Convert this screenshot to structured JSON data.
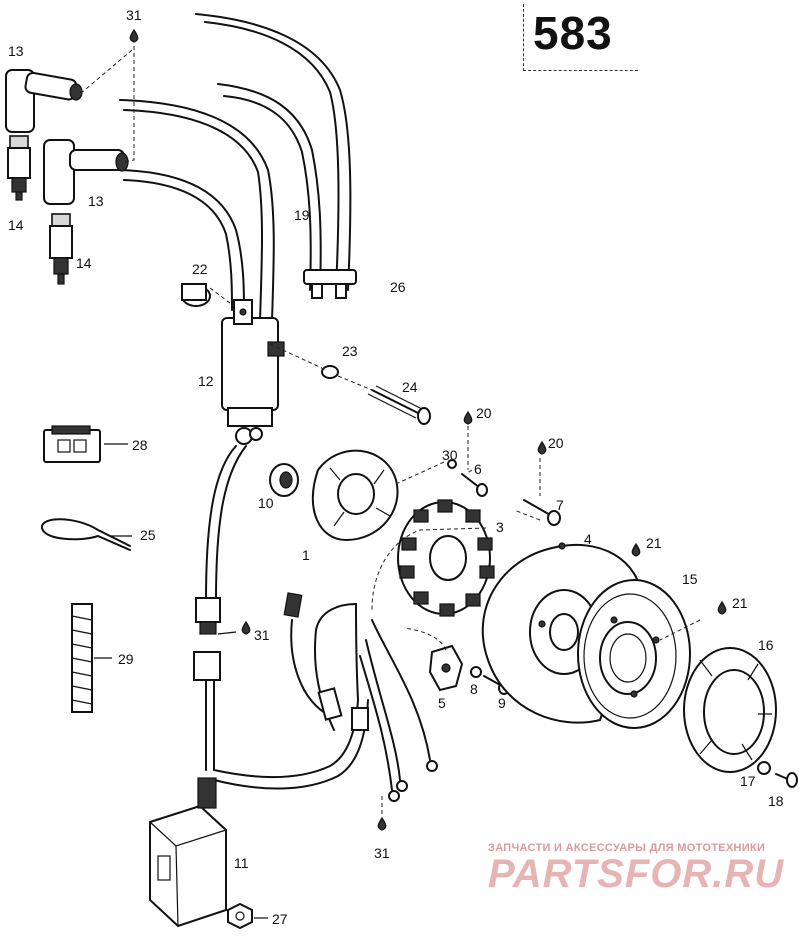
{
  "page_number": "583",
  "watermark": {
    "line1": "ЗАПЧАСТИ И АКСЕССУАРЫ ДЛЯ МОТОТЕХНИКИ",
    "logo": "PARTSFOR.RU"
  },
  "callouts": {
    "c31a": "31",
    "c13a": "13",
    "c13b": "13",
    "c14a": "14",
    "c14b": "14",
    "c19": "19",
    "c26": "26",
    "c22": "22",
    "c23": "23",
    "c24": "24",
    "c12": "12",
    "c28": "28",
    "c25": "25",
    "c29": "29",
    "c31b": "31",
    "c20a": "20",
    "c20b": "20",
    "c30": "30",
    "c6": "6",
    "c10": "10",
    "c1": "1",
    "c3": "3",
    "c7": "7",
    "c4": "4",
    "c21a": "21",
    "c15": "15",
    "c21b": "21",
    "c16": "16",
    "c8": "8",
    "c9": "9",
    "c5": "5",
    "c17": "17",
    "c18": "18",
    "c31c": "31",
    "c11": "11",
    "c27": "27"
  }
}
